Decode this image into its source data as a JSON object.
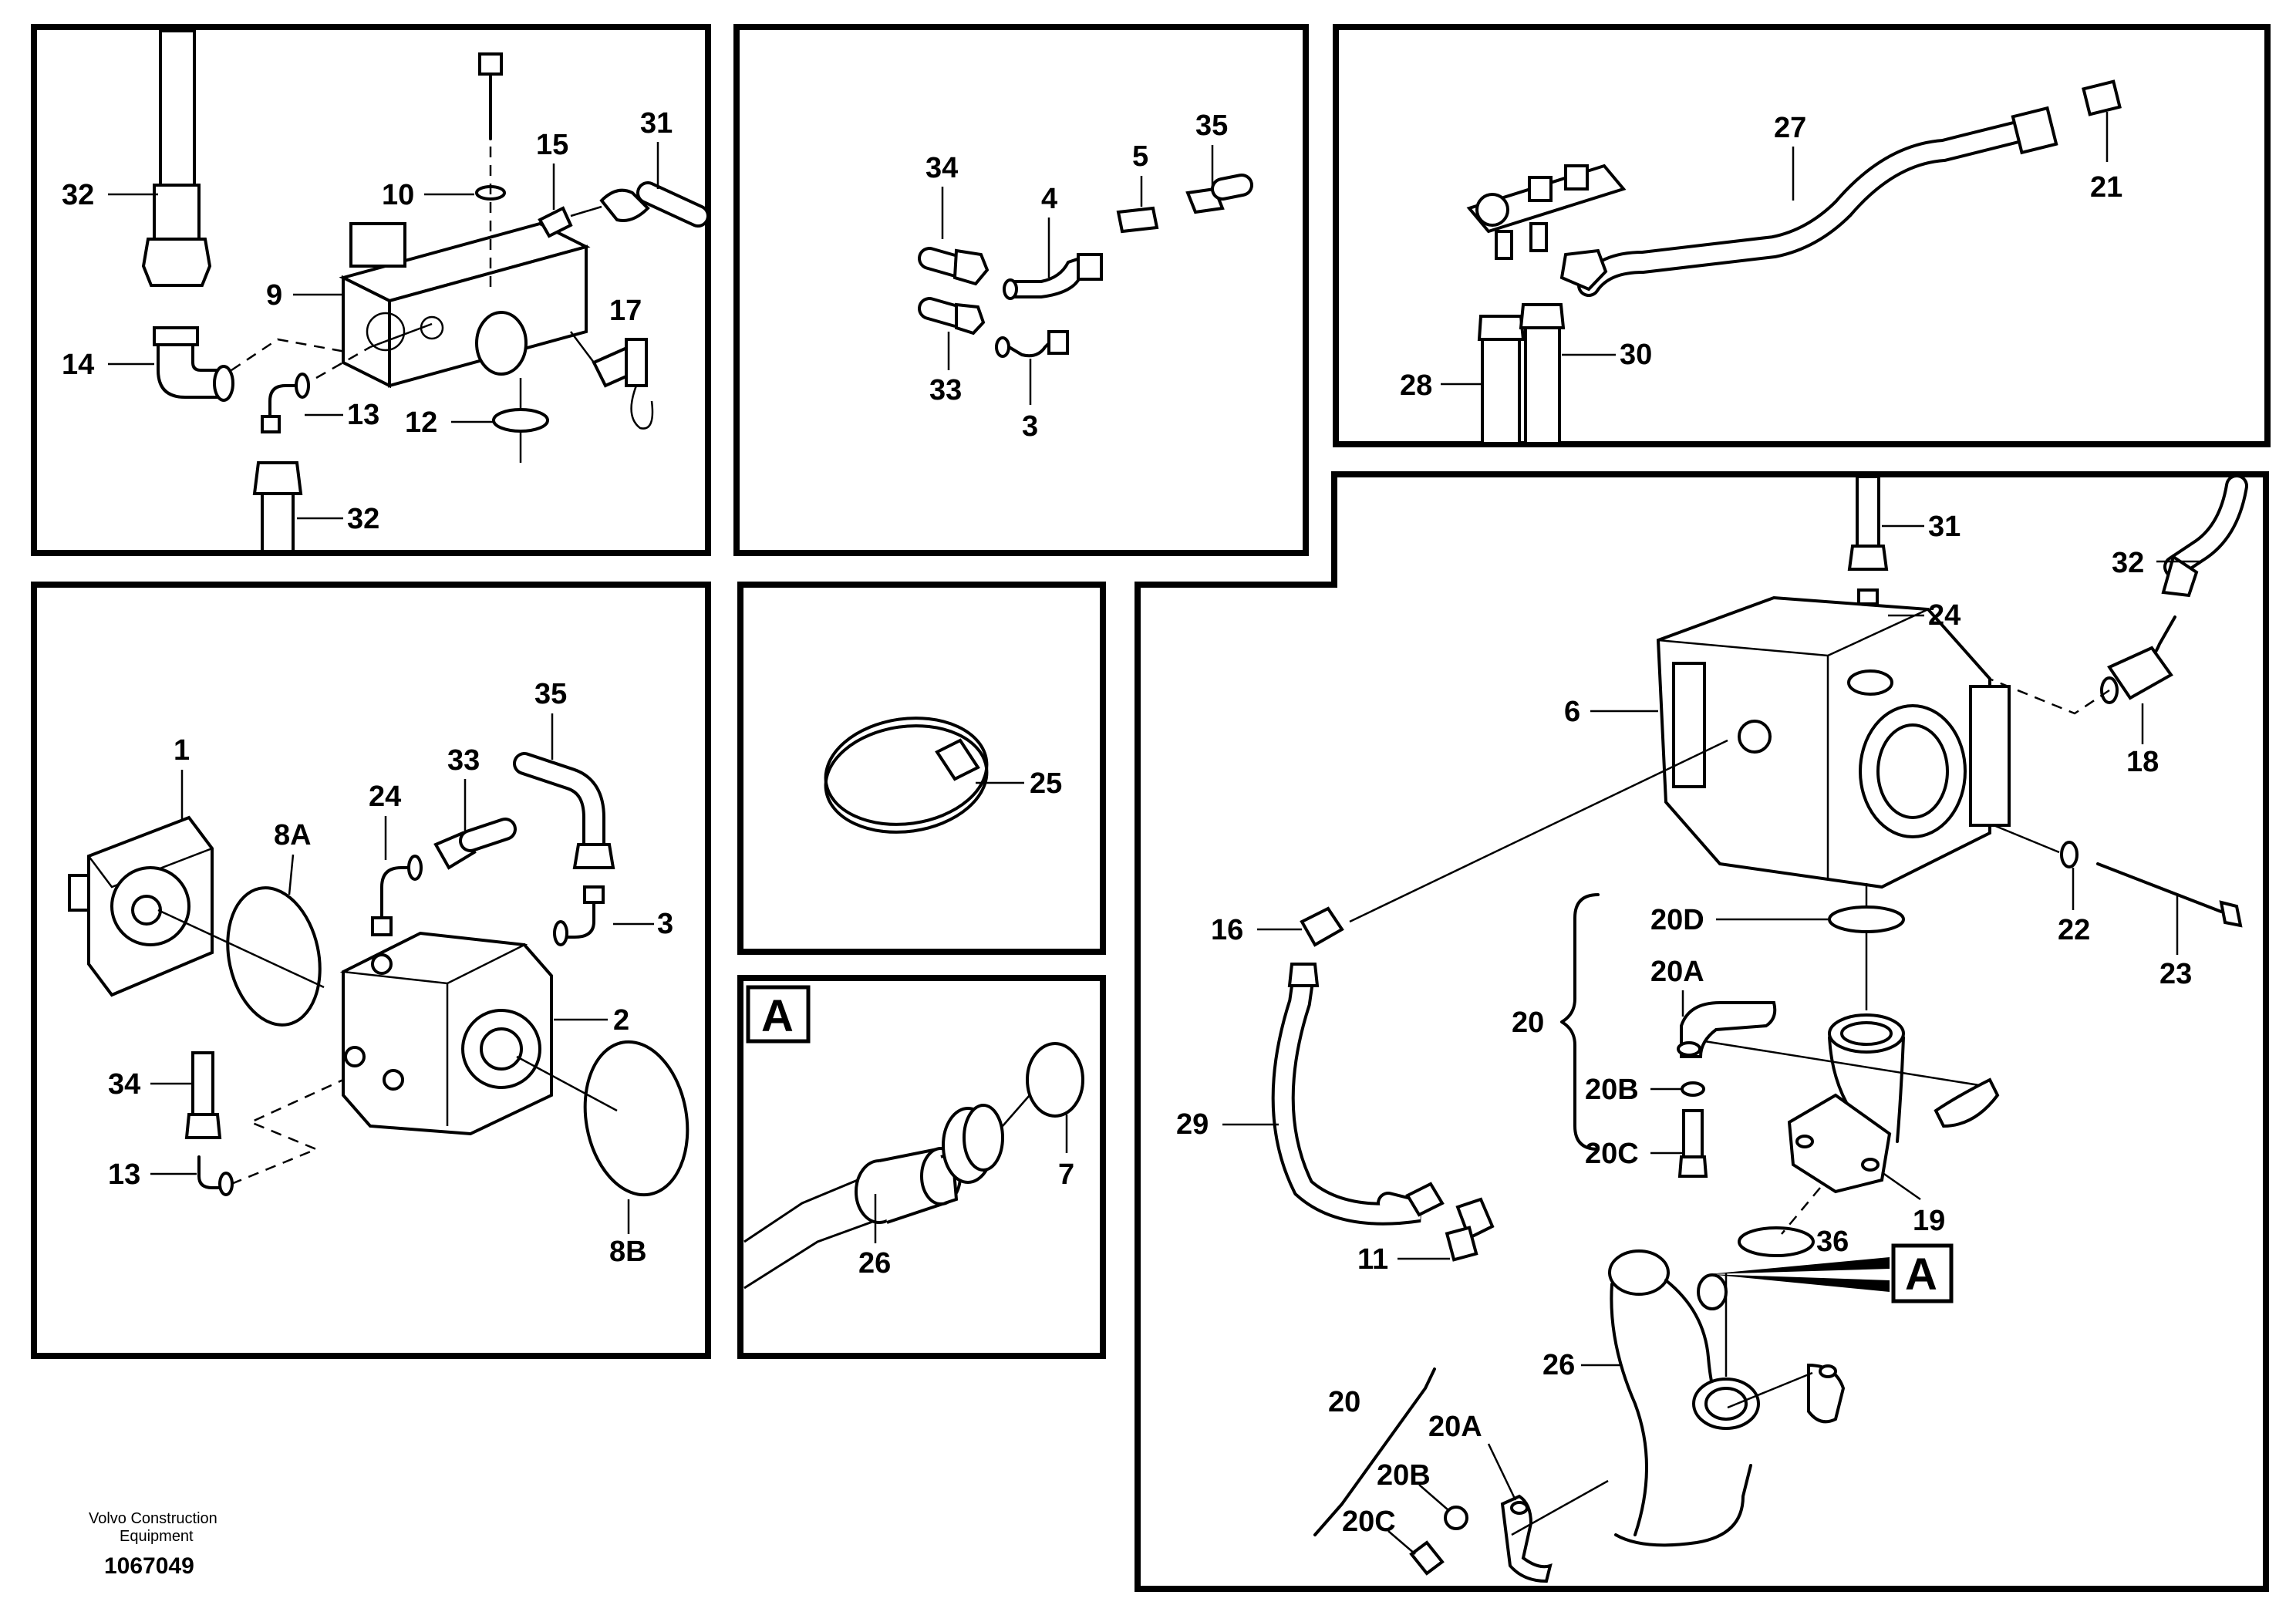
{
  "panel_a_letter": "A",
  "callout_a_letter": "A",
  "footer": {
    "company_line1": "Volvo Construction",
    "company_line2": "Equipment",
    "drawing_number": "1067049"
  },
  "labels": {
    "p1": [
      "32",
      "10",
      "15",
      "31",
      "9",
      "17",
      "14",
      "13",
      "12",
      "32"
    ],
    "p2": [
      "34",
      "4",
      "5",
      "35",
      "33",
      "3"
    ],
    "p3": [
      "27",
      "21",
      "28",
      "30"
    ],
    "p4": [
      "1",
      "8A",
      "35",
      "33",
      "24",
      "3",
      "2",
      "34",
      "13",
      "8B"
    ],
    "p5": [
      "25"
    ],
    "p6": [
      "26",
      "7"
    ],
    "p7": [
      "31",
      "24",
      "32",
      "6",
      "18",
      "22",
      "23",
      "16",
      "20D",
      "20A",
      "20",
      "20B",
      "20C",
      "29",
      "19",
      "11",
      "36",
      "26",
      "20",
      "20A",
      "20B",
      "20C"
    ]
  }
}
